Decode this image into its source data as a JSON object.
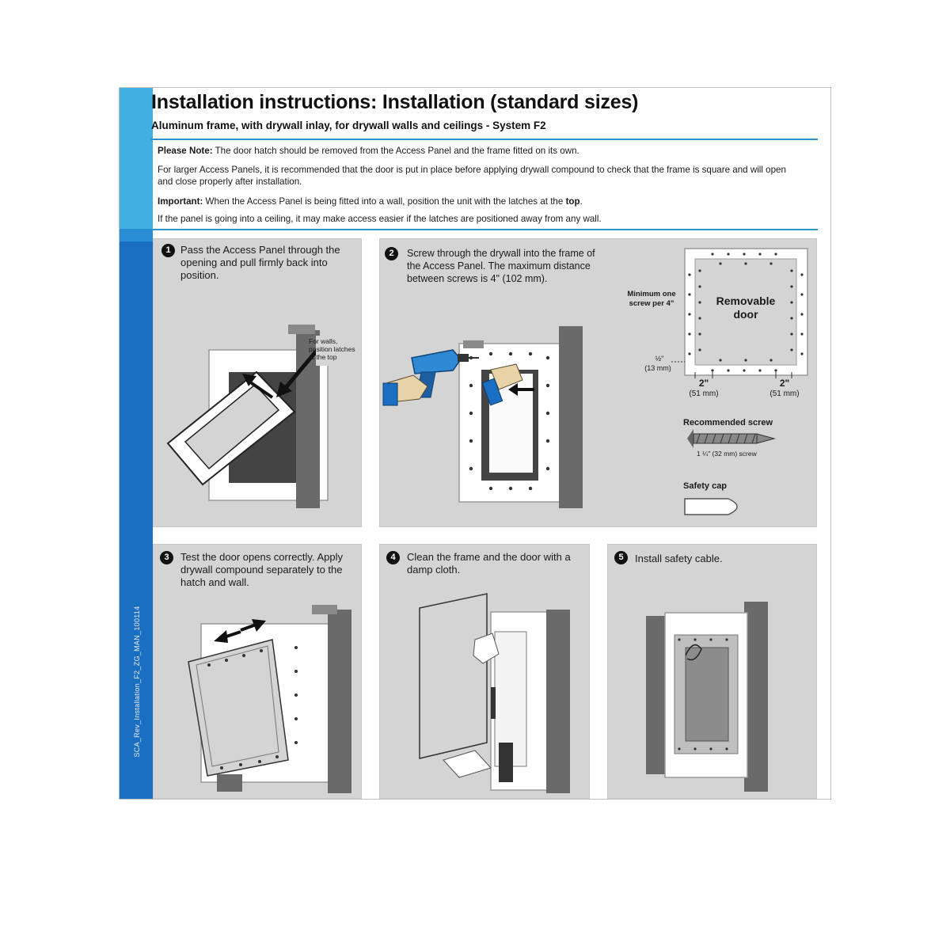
{
  "sidebar": {
    "doc_code": "SCA_Rev_Installation_F2_ZG_MAN_100114",
    "colors": {
      "light": "#3fb0e0",
      "dark": "#1b6fc2"
    }
  },
  "header": {
    "title": "Installation instructions: Installation (standard sizes)",
    "subtitle": "Aluminum frame, with drywall inlay, for drywall walls and ceilings - System F2"
  },
  "notes": {
    "please_note_label": "Please Note:",
    "please_note_text": " The door hatch should be removed from the Access Panel and the frame fitted on its own.",
    "larger_panels": "For larger Access Panels, it is recommended that the door is put in place before applying drywall compound to check that the frame is square and will open and close properly after installation.",
    "important_label": "Important:",
    "important_text": " When the Access Panel is being fitted into a wall, position the unit with the latches at the ",
    "important_top": "top",
    "important_end": ".",
    "ceiling_text": "If the panel is going into a ceiling, it may make access easier if the latches are positioned away from any wall."
  },
  "steps": [
    {
      "number": "1",
      "text": "Pass the Access Panel through the opening and pull firmly back into position.",
      "callout": "For walls, position latches at the top"
    },
    {
      "number": "2",
      "text": "Screw through the drywall into the frame of the Access Panel. The maximum distance between screws is 4\" (102 mm)."
    },
    {
      "number": "3",
      "text": "Test the door opens correctly. Apply drywall compound separately to the hatch and wall."
    },
    {
      "number": "4",
      "text": "Clean the frame and the door with a damp cloth."
    },
    {
      "number": "5",
      "text": "Install safety cable."
    }
  ],
  "diagram": {
    "min_screw": "Minimum one screw per 4\"",
    "removable_door": "Removable door",
    "edge_in": "½\"",
    "edge_mm": "(13 mm)",
    "spacing_left_in": "2\"",
    "spacing_left_mm": "(51 mm)",
    "spacing_right_in": "2\"",
    "spacing_right_mm": "(51 mm)",
    "recommended_screw": "Recommended screw",
    "screw_size": "1 ¼\" (32 mm) screw",
    "safety_cap": "Safety cap"
  }
}
